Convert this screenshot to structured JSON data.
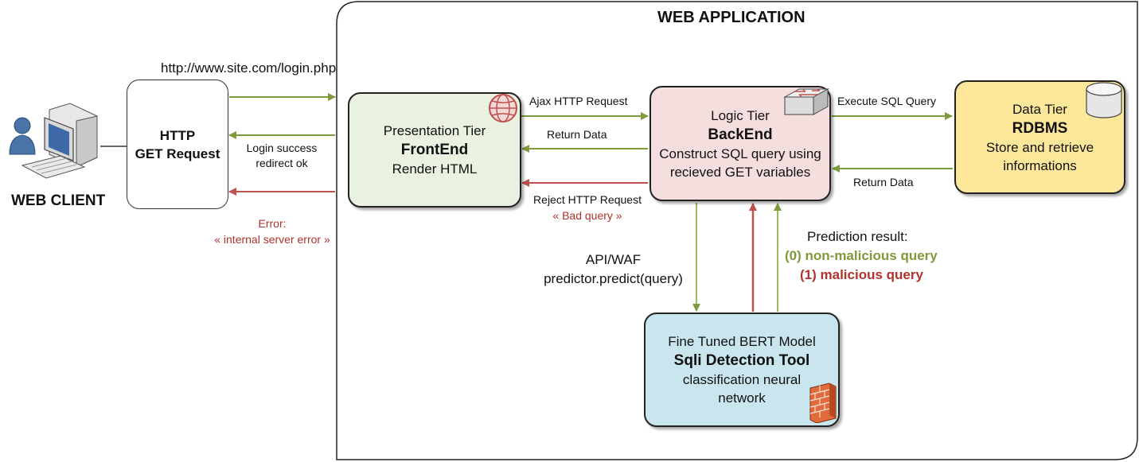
{
  "webapp": {
    "title": "WEB APPLICATION"
  },
  "client": {
    "label": "WEB CLIENT",
    "icon": "desktop-computer-user-icon"
  },
  "url": "http://www.site.com/login.php",
  "http_box": {
    "line1": "HTTP",
    "line2": "GET Request"
  },
  "presentation": {
    "tier": "Presentation Tier",
    "name": "FrontEnd",
    "desc": "Render HTML",
    "fill": "#e9f1e0",
    "icon": "globe-icon"
  },
  "logic": {
    "tier": "Logic Tier",
    "name": "BackEnd",
    "desc1": "Construct SQL query using",
    "desc2": "recieved GET variables",
    "fill": "#f5dede",
    "icon": "network-switch-icon"
  },
  "data_tier": {
    "tier": "Data Tier",
    "name": "RDBMS",
    "desc1": "Store and retrieve",
    "desc2": "informations",
    "fill": "#fde79a",
    "icon": "database-cylinder-icon"
  },
  "bert": {
    "line1": "Fine Tuned BERT Model",
    "name": "Sqli Detection Tool",
    "desc1": "classification neural",
    "desc2": "network",
    "fill": "#c9e6ef",
    "icon": "firewall-brick-icon"
  },
  "arrows": {
    "login_success_1": "Login success",
    "login_success_2": "redirect ok",
    "error_1": "Error:",
    "error_2": "« internal server error »",
    "ajax": "Ajax HTTP Request",
    "return_data_front": "Return Data",
    "reject_1": "Reject HTTP Request",
    "reject_2": "« Bad query »",
    "execute_sql": "Execute SQL Query",
    "return_data_db": "Return Data",
    "api_1": "API/WAF",
    "api_2": "predictor.predict(query)",
    "prediction_title": "Prediction result:",
    "prediction_0": "(0) non-malicious query",
    "prediction_1": "(1) malicious query"
  },
  "colors": {
    "green_arrow": "#7e9b3b",
    "red_arrow": "#c0504d",
    "border": "#222222"
  }
}
